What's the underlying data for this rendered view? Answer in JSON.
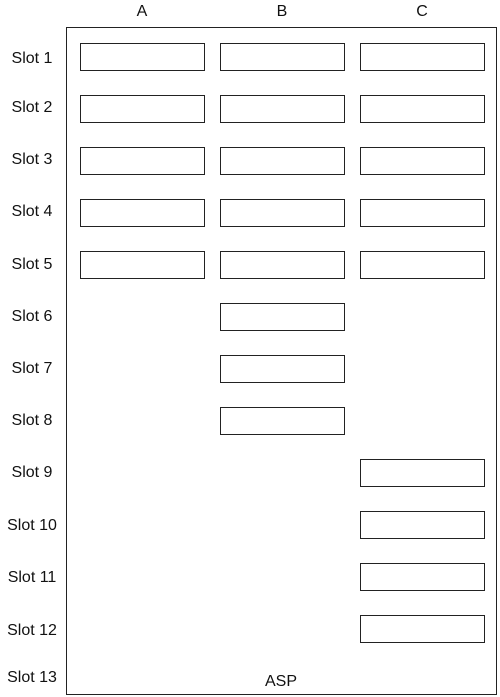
{
  "columns": [
    "A",
    "B",
    "C"
  ],
  "slots": [
    "Slot 1",
    "Slot 2",
    "Slot 3",
    "Slot 4",
    "Slot 5",
    "Slot 6",
    "Slot 7",
    "Slot 8",
    "Slot 9",
    "Slot 10",
    "Slot 11",
    "Slot 12",
    "Slot 13"
  ],
  "occupancy": {
    "A": [
      1,
      2,
      3,
      4,
      5
    ],
    "B": [
      1,
      2,
      3,
      4,
      5,
      6,
      7,
      8
    ],
    "C": [
      1,
      2,
      3,
      4,
      5,
      9,
      10,
      11,
      12
    ]
  },
  "bottom_label": "ASP"
}
